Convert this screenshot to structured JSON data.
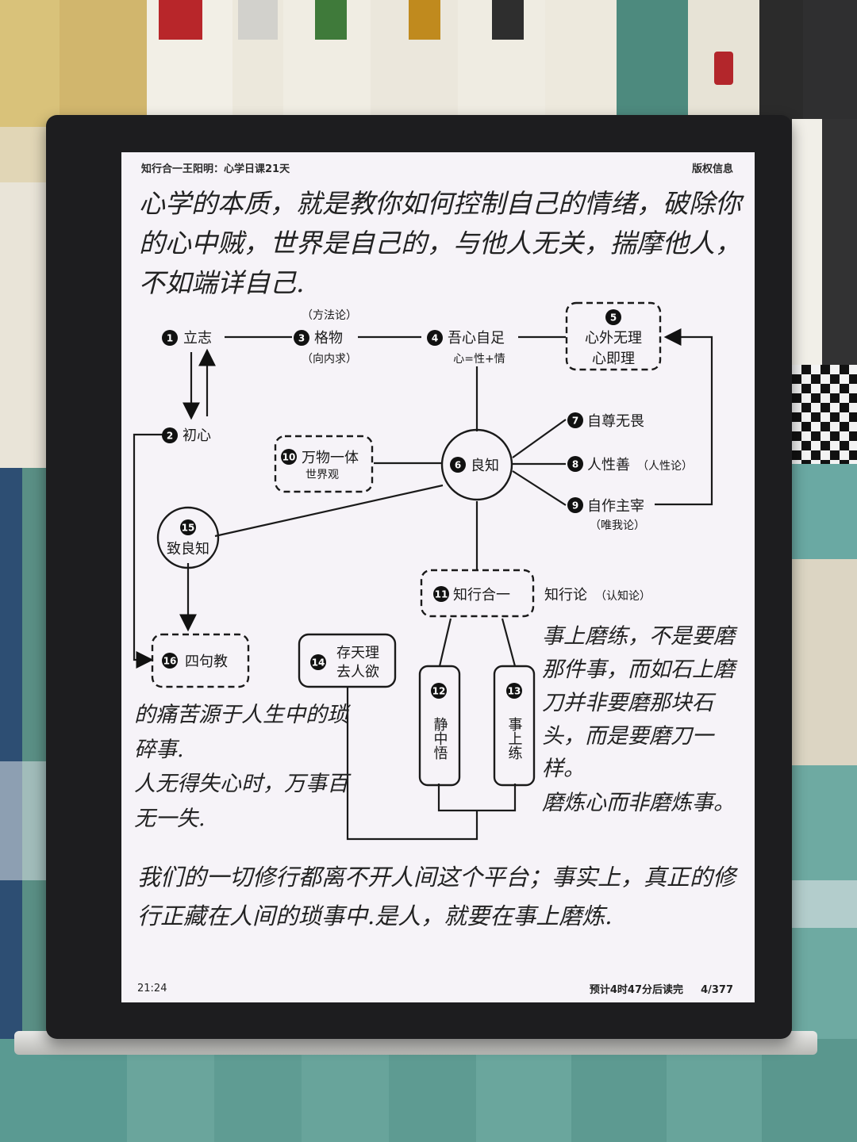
{
  "reader": {
    "book_title": "知行合一王阳明：心学日课21天",
    "copyright_link": "版权信息",
    "clock": "21:24",
    "reading_eta": "预计4时47分后读完",
    "page_indicator": "4/377"
  },
  "handwritten_notes": {
    "top": "心学的本质，就是教你如何控制自己的情绪，破除你的心中贼，世界是自己的，与他人无关，揣摩他人，不如端详自己.",
    "right": "事上磨练，不是要磨那件事，而如石上磨刀并非要磨那块石头，而是要磨刀一样。",
    "bottom_right": "磨炼心而非磨炼事。",
    "left": "的痛苦源于人生中的琐碎事.\n人无得失心时，万事百无一失.",
    "bottom": "我们的一切修行都离不开人间这个平台；事实上，真正的修行正藏在人间的琐事中.是人，就要在事上磨炼."
  },
  "mind_map": {
    "nodes": [
      {
        "num": "1",
        "label": "立志"
      },
      {
        "num": "2",
        "label": "初心"
      },
      {
        "num": "3",
        "label": "格物",
        "above": "（方法论）",
        "below": "（向内求）"
      },
      {
        "num": "4",
        "label": "吾心自足",
        "below": "心=性+情"
      },
      {
        "num": "5",
        "label": "心外无理",
        "line2": "心即理"
      },
      {
        "num": "6",
        "label": "良知"
      },
      {
        "num": "7",
        "label": "自尊无畏"
      },
      {
        "num": "8",
        "label": "人性善",
        "note": "（人性论）"
      },
      {
        "num": "9",
        "label": "自作主宰",
        "below": "（唯我论）"
      },
      {
        "num": "10",
        "label": "万物一体",
        "below": "世界观"
      },
      {
        "num": "11",
        "label": "知行合一",
        "side_bold": "知行论",
        "side_note": "（认知论）"
      },
      {
        "num": "12",
        "label": "静中悟"
      },
      {
        "num": "13",
        "label": "事上练"
      },
      {
        "num": "14",
        "label": "存天理",
        "line2": "去人欲"
      },
      {
        "num": "15",
        "label": "致良知"
      },
      {
        "num": "16",
        "label": "四句教"
      }
    ]
  }
}
